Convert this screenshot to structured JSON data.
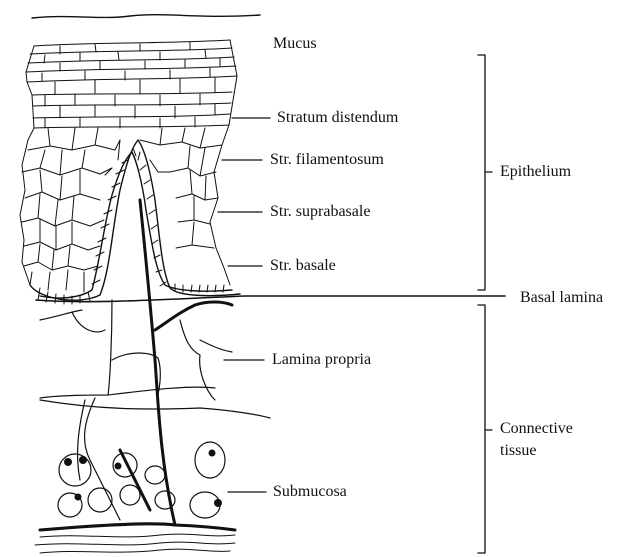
{
  "labels": {
    "mucus": "Mucus",
    "stratum_distendum": "Stratum distendum",
    "str_filamentosum": "Str. filamentosum",
    "str_suprabasale": "Str. suprabasale",
    "str_basale": "Str. basale",
    "epithelium": "Epithelium",
    "basal_lamina": "Basal lamina",
    "lamina_propria": "Lamina propria",
    "connective_tissue_line1": "Connective",
    "connective_tissue_line2": "tissue",
    "submucosa": "Submucosa"
  },
  "colors": {
    "ink": "#111111",
    "background": "#ffffff"
  }
}
